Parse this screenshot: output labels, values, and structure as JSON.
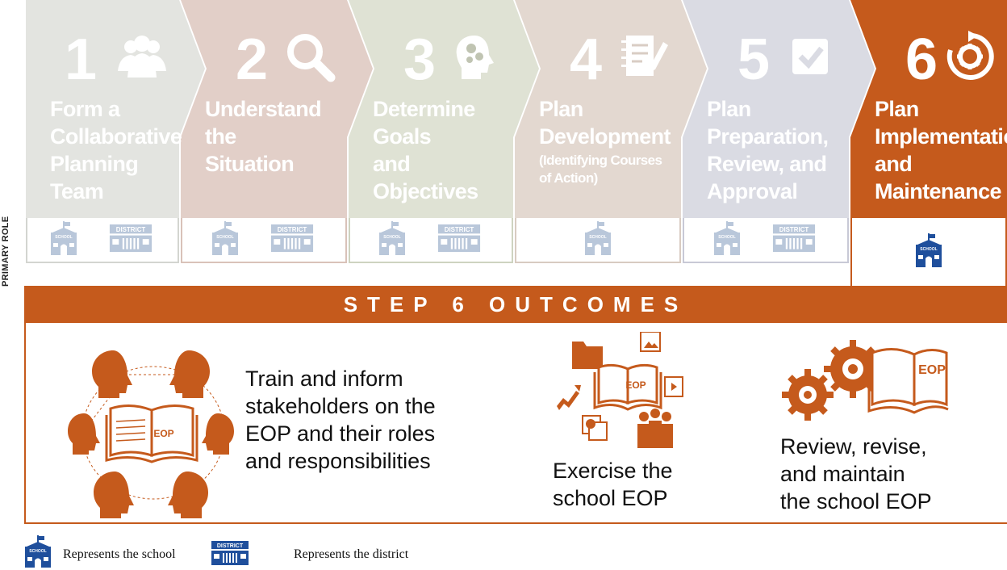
{
  "side_label": "PRIMARY ROLE",
  "steps": [
    {
      "number": "1",
      "title": "Form a\nCollaborative\nPlanning\nTeam",
      "color": "#e3e4e0",
      "role_border": "#d3d5d0",
      "roles": [
        "school",
        "district"
      ],
      "icon": "team-icon"
    },
    {
      "number": "2",
      "title": "Understand\nthe\nSituation",
      "color": "#e2cfc8",
      "role_border": "#d9c2b9",
      "roles": [
        "school",
        "district"
      ],
      "icon": "magnifier-icon"
    },
    {
      "number": "3",
      "title": "Determine\nGoals\nand\nObjectives",
      "color": "#dfe2d4",
      "role_border": "#ced3c0",
      "roles": [
        "school",
        "district"
      ],
      "icon": "head-gears-icon"
    },
    {
      "number": "4",
      "title": "Plan\nDevelopment",
      "subtitle": "(Identifying Courses\nof Action)",
      "color": "#e3d8d0",
      "role_border": "#d8cbc1",
      "roles": [
        "school"
      ],
      "icon": "notebook-pencil-icon"
    },
    {
      "number": "5",
      "title": "Plan\nPreparation,\nReview, and\nApproval",
      "color": "#dadbe3",
      "role_border": "#c8c9d6",
      "roles": [
        "school",
        "district"
      ],
      "icon": "checkbox-icon"
    },
    {
      "number": "6",
      "title": "Plan\nImplementation\nand\nMaintenance",
      "color": "#c55a1c",
      "role_border": "#c55a1c",
      "roles": [
        "school"
      ],
      "icon": "cycle-gear-icon"
    }
  ],
  "outcomes_header": "STEP 6 OUTCOMES",
  "outcomes": [
    {
      "text": "Train and inform\nstakeholders on the\nEOP and their roles\nand responsibilities",
      "icon": "stakeholders-book-icon",
      "book_label": "EOP"
    },
    {
      "text": "Exercise the\nschool EOP",
      "icon": "exercise-book-icon",
      "book_label": "EOP"
    },
    {
      "text": "Review, revise,\nand maintain\nthe school EOP",
      "icon": "gears-book-icon",
      "book_label": "EOP"
    }
  ],
  "legend": {
    "school_text": "Represents the school",
    "district_text": "Represents the district",
    "school_sign": "SCHOOL",
    "district_sign": "DISTRICT"
  },
  "colors": {
    "accent": "#c55a1c",
    "school_blue": "#1f4f9c"
  }
}
